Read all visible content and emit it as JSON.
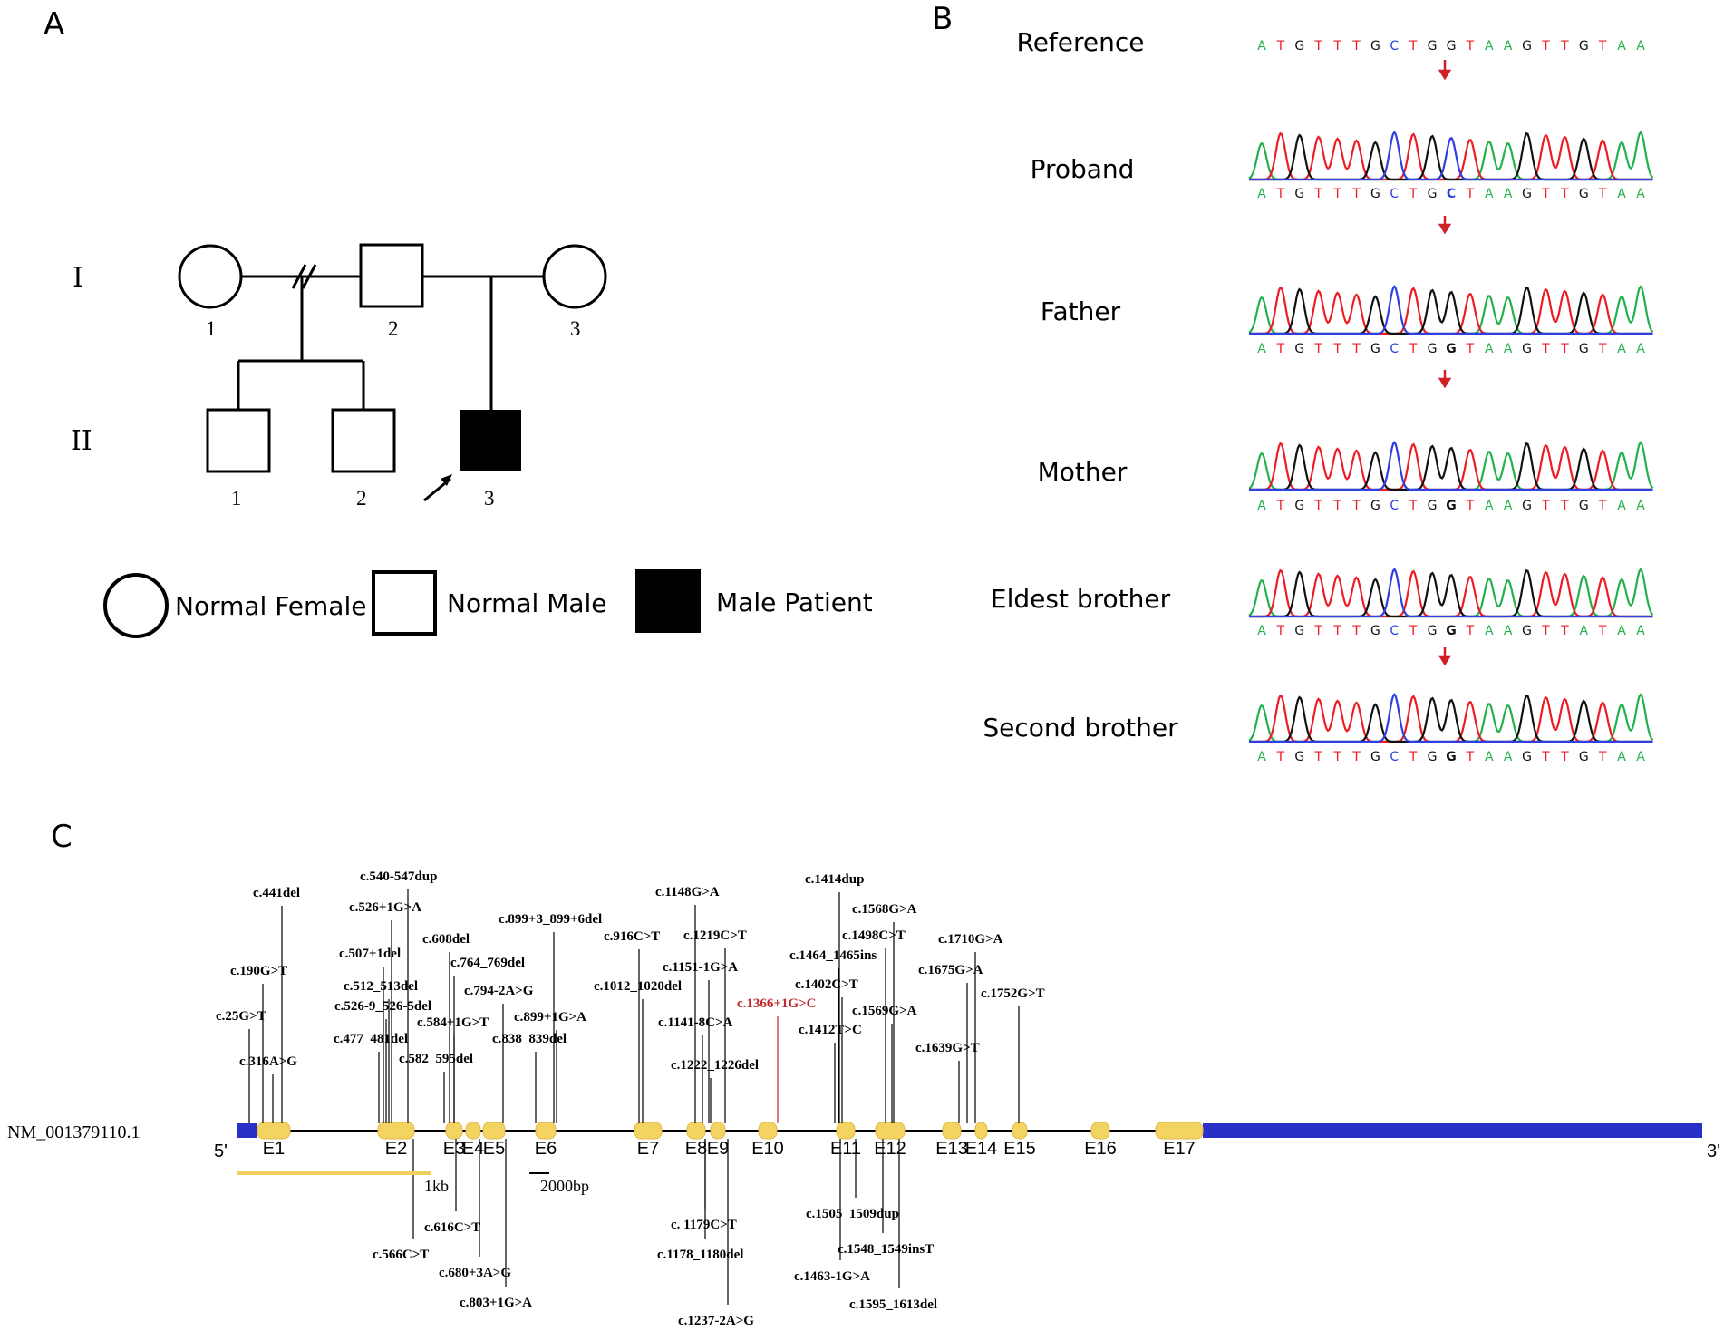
{
  "panelA": {
    "letter": "A",
    "generations": [
      "I",
      "II"
    ],
    "gen1_numbers": [
      "1",
      "2",
      "3"
    ],
    "gen2_numbers": [
      "1",
      "2",
      "3"
    ],
    "legend": {
      "female": "Normal Female",
      "male": "Normal Male",
      "patient": "Male Patient"
    }
  },
  "panelB": {
    "letter": "B",
    "sequence_ref": "ATGTTTGCTGGTAAGTTGTAA",
    "rows": [
      {
        "name": "Reference",
        "seq": "ATGTTTGCTGGTAAGTTGTAA",
        "bold_index": -1
      },
      {
        "name": "Proband",
        "seq": "ATGTTTGCTGCTAAGTTGTAA",
        "bold_index": 10
      },
      {
        "name": "Father",
        "seq": "ATGTTTGCTGGTAAGTTGTAA",
        "bold_index": 10
      },
      {
        "name": "Mother",
        "seq": "ATGTTTGCTGGTAAGTTGTAA",
        "bold_index": 10
      },
      {
        "name": "Eldest brother",
        "seq": "ATGTTTGCTGGTAAGTTATAA",
        "bold_index": 10
      },
      {
        "name": "Second brother",
        "seq": "ATGTTTGCTGGTAAGTTGTAA",
        "bold_index": 10
      }
    ],
    "colors": {
      "A": "#22b14c",
      "T": "#ed1c24",
      "G": "#111111",
      "C": "#2f3fe0"
    }
  },
  "panelC": {
    "letter": "C",
    "transcript": "NM_001379110.1",
    "five_prime": "5'",
    "three_prime": "3'",
    "scale_1kb": "1kb",
    "scale_2000bp": "2000bp",
    "exons": [
      "E1",
      "E2",
      "E3",
      "E4",
      "E5",
      "E6",
      "E7",
      "E8",
      "E9",
      "E10",
      "E11",
      "E12",
      "E13",
      "E14",
      "E15",
      "E16",
      "E17"
    ],
    "variants_above": [
      "c.441del",
      "c.190G>T",
      "c.25G>T",
      "c.316A>G",
      "c.540-547dup",
      "c.526+1G>A",
      "c.507+1del",
      "c.512_513del",
      "c.526-9_526-5del",
      "c.477_481del",
      "c.608del",
      "c.584+1G>T",
      "c.582_595del",
      "c.764_769del",
      "c.794-2A>G",
      "c.838_839del",
      "c.899+3_899+6del",
      "c.899+1G>A",
      "c.916C>T",
      "c.1012_1020del",
      "c.1148G>A",
      "c.1219C>T",
      "c.1151-1G>A",
      "c.1141-8C>A",
      "c.1222_1226del",
      "c.1366+1G>C",
      "c.1414dup",
      "c.1464_1465ins",
      "c.1402C>T",
      "c.1412T>C",
      "c.1568G>A",
      "c.1498C>T",
      "c.1569G>A",
      "c.1710G>A",
      "c.1675G>A",
      "c.1752G>T",
      "c.1639G>T"
    ],
    "variants_below": [
      "c.616C>T",
      "c.566C>T",
      "c.680+3A>G",
      "c.803+1G>A",
      "c. 1179C>T",
      "c.1178_1180del",
      "c.1237-2A>G",
      "c.1505_1509dup",
      "c.1548_1549insT",
      "c.1463-1G>A",
      "c.1595_1613del"
    ],
    "highlight_variant": "c.1366+1G>C",
    "highlight_color": "#c0282d"
  }
}
